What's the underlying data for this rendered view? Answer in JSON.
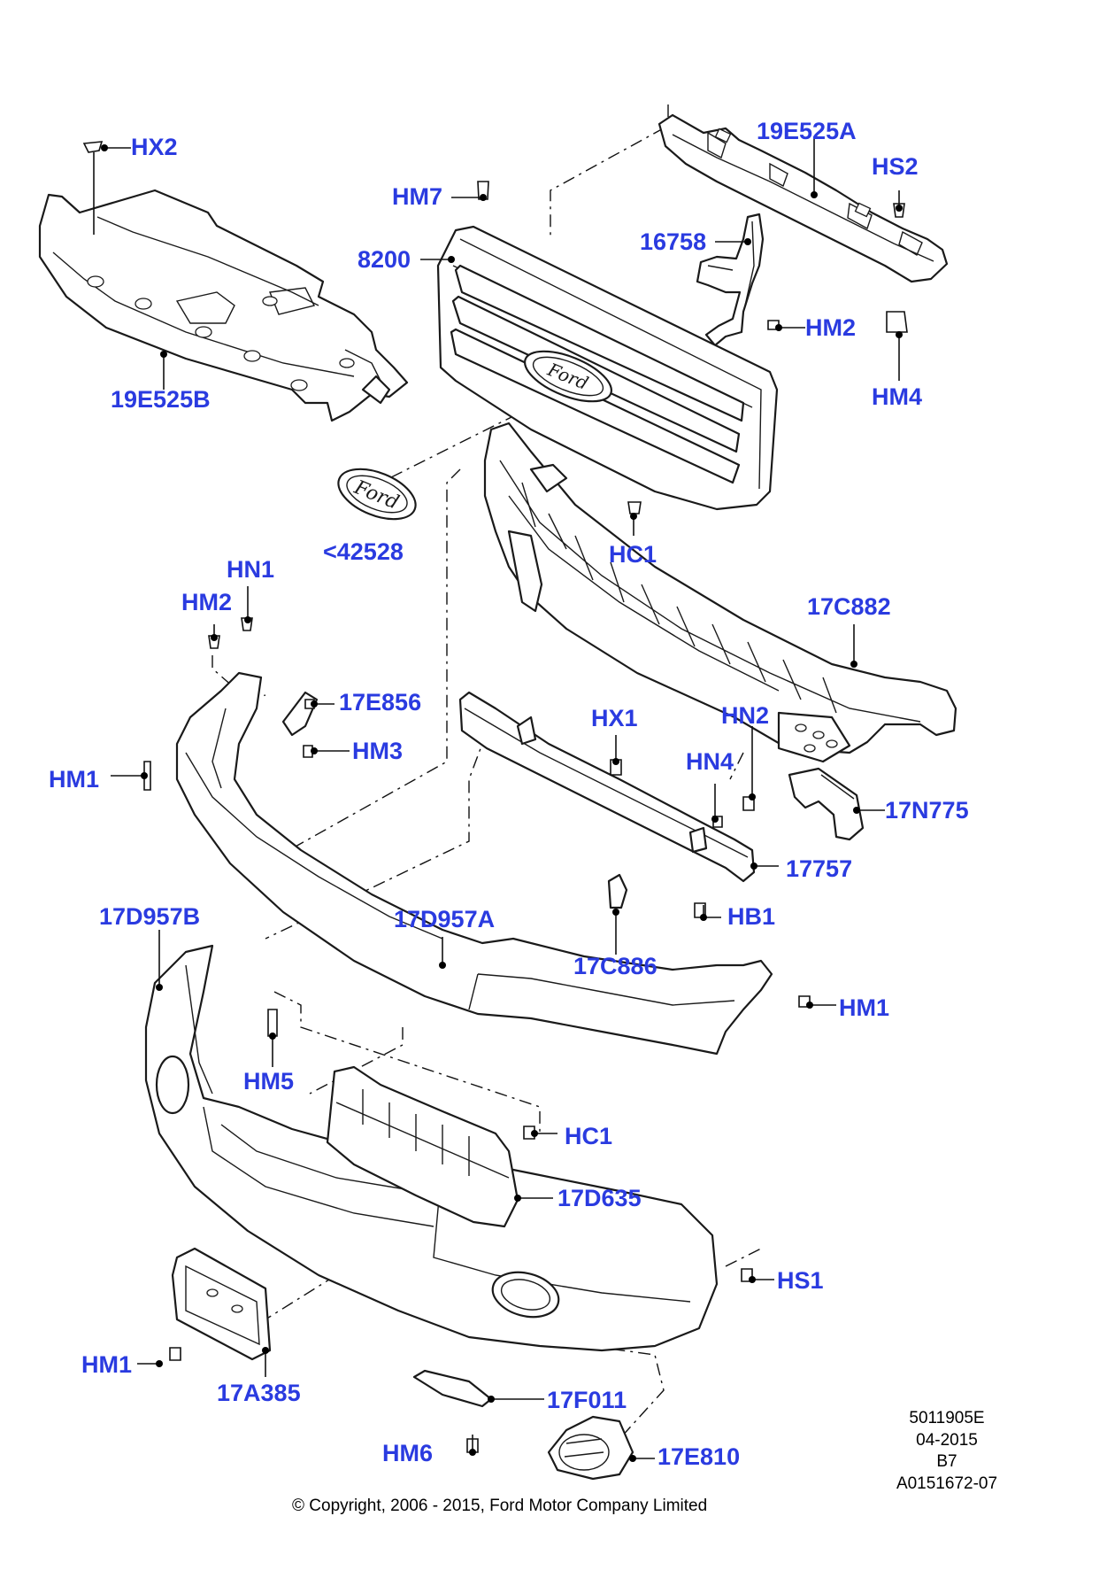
{
  "callouts": {
    "hx2": "HX2",
    "hm7": "HM7",
    "p19e525a": "19E525A",
    "hs2": "HS2",
    "p8200": "8200",
    "p16758": "16758",
    "hm2_top": "HM2",
    "hm4": "HM4",
    "p19e525b": "19E525B",
    "p42528": "<42528",
    "hc1_top": "HC1",
    "hn1": "HN1",
    "hm2_left": "HM2",
    "p17c882": "17C882",
    "p17e856": "17E856",
    "hm3": "HM3",
    "hx1": "HX1",
    "hn2": "HN2",
    "hm1_left": "HM1",
    "hn4": "HN4",
    "p17n775": "17N775",
    "p17757": "17757",
    "hb1": "HB1",
    "p17d957b": "17D957B",
    "p17d957a": "17D957A",
    "p17c886": "17C886",
    "hm1_right": "HM1",
    "hm5": "HM5",
    "hc1_bottom": "HC1",
    "p17d635": "17D635",
    "hs1": "HS1",
    "hm1_bottom": "HM1",
    "p17a385": "17A385",
    "p17f011": "17F011",
    "hm6": "HM6",
    "p17e810": "17E810"
  },
  "grille_emblem_text": "Ford",
  "emblem_text": "Ford",
  "metadata": {
    "line1": "5011905E",
    "line2": "04-2015",
    "line3": "B7",
    "line4": "A0151672-07"
  },
  "copyright": "© Copyright, 2006 - 2015, Ford Motor Company Limited",
  "colors": {
    "label": "#2a3be0",
    "line": "#111111"
  }
}
